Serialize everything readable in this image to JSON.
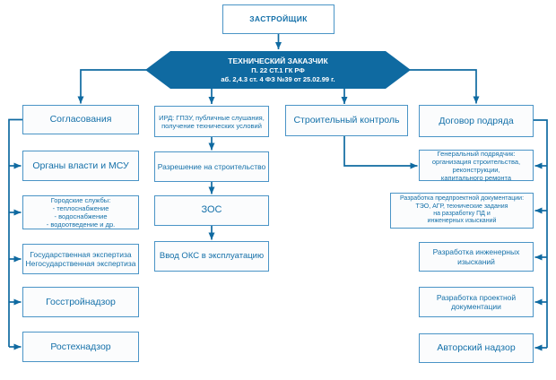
{
  "colors": {
    "primary": "#0f6aa1",
    "box_border": "#4a94c6",
    "box_background": "#fbfcfd",
    "text": "#1470a9",
    "hub_text": "#ffffff"
  },
  "nodes": {
    "developer": {
      "label": "ЗАСТРОЙЩИК"
    },
    "technical_customer": {
      "line1": "ТЕХНИЧЕСКИЙ ЗАКАЗЧИК",
      "line2": "П. 22 СТ.1 ГК РФ",
      "line3": "аб. 2,4.3 ст. 4 ФЗ №39 от 25.02.99 г."
    },
    "approvals": {
      "label": "Согласования"
    },
    "authorities": {
      "label": "Органы власти и МСУ"
    },
    "city_services": {
      "label": "Городские службы:\n- теплоснабжение\n- водоснабжение\n- водоотведение и др."
    },
    "expertise": {
      "label": "Государственная экспертиза\nНегосударственная экспертиза"
    },
    "gosstroynadzor": {
      "label": "Госстройнадзор"
    },
    "rostekhnadzor": {
      "label": "Ростехнадзор"
    },
    "ird": {
      "label": "ИРД: ГПЗУ, публичные слушания,\nполучение технических условий"
    },
    "construction_permit": {
      "label": "Разрешение на строительство"
    },
    "zos": {
      "label": "ЗОС"
    },
    "commissioning": {
      "label": "Ввод ОКС в эксплуатацию"
    },
    "construction_control": {
      "label": "Строительный контроль"
    },
    "contract": {
      "label": "Договор подряда"
    },
    "general_contractor": {
      "label": "Генеральный подрядчик:\nорганизация строительства,\nреконструкции,\nкапитального ремонта"
    },
    "predesign_docs": {
      "label": "Разработка предпроектной документации:\nТЭО, АГР, технические задания\nна разработку ПД и\nинженерных изысканий"
    },
    "engineering_surveys": {
      "label": "Разработка инженерных\nизысканий"
    },
    "design_docs": {
      "label": "Разработка проектной\nдокументации"
    },
    "author_supervision": {
      "label": "Авторский надзор"
    }
  }
}
